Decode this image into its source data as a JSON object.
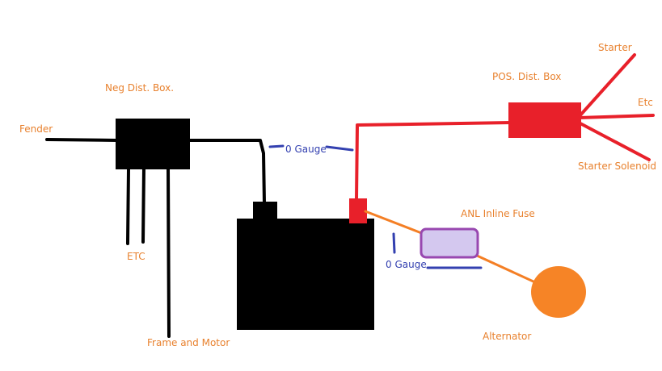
{
  "colors": {
    "background": "#ffffff",
    "negative_wire": "#000000",
    "positive_wire": "#e8202a",
    "alternator_wire": "#f47f25",
    "gauge_marker": "#3340b0",
    "label_orange": "#e8812e",
    "label_blue": "#3340b0",
    "fuse_fill": "#d4c8ef",
    "fuse_stroke": "#9848b0",
    "alternator_fill": "#f68426"
  },
  "labels": {
    "fender": "Fender",
    "neg_box": "Neg Dist. Box.",
    "etc_left": "ETC",
    "frame_motor": "Frame and Motor",
    "gauge_top": "0 Gauge",
    "gauge_bottom": "0 Gauge",
    "pos_box": "POS. Dist. Box",
    "starter": "Starter",
    "etc_right": "Etc",
    "starter_solenoid": "Starter Solenoid",
    "anl_fuse": "ANL Inline Fuse",
    "alternator": "Alternator"
  }
}
